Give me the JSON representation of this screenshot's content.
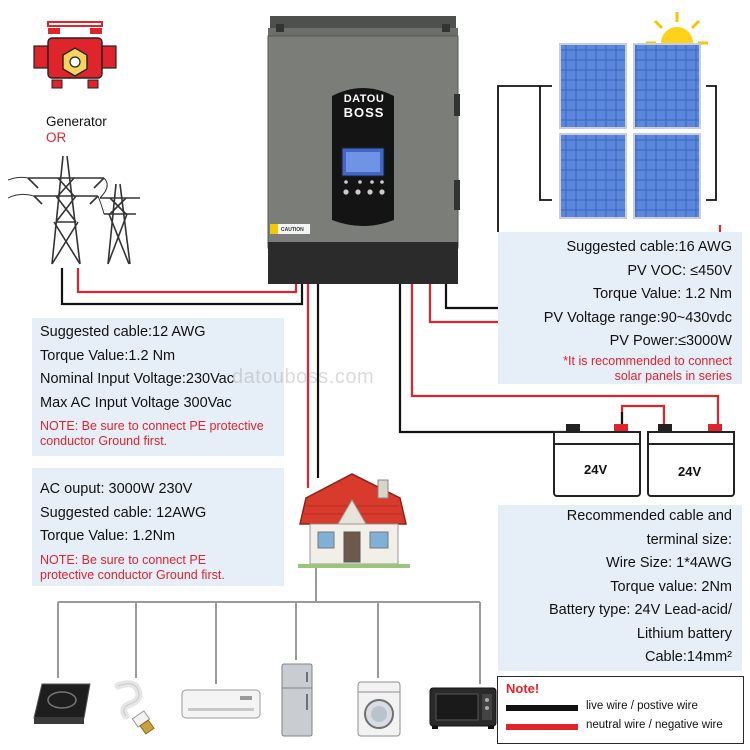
{
  "generator": {
    "label": "Generator",
    "or_label": "OR"
  },
  "inverter": {
    "brand_line1": "DATOU",
    "brand_line2": "BOSS",
    "caution_label": "CAUTION"
  },
  "watermark": "datouboss.com",
  "pv_box": {
    "lines": [
      "Suggested cable:16 AWG",
      "PV VOC: ≤450V",
      "Torque Value: 1.2 Nm",
      "PV Voltage range:90~430vdc",
      "PV Power:≤3000W"
    ],
    "note": "*It is recommended to connect solar panels in series"
  },
  "ac_input_box": {
    "lines": [
      "Suggested cable:12 AWG",
      "Torque Value:1.2 Nm",
      "Nominal Input Voltage:230Vac",
      "Max AC Input Voltage 300Vac"
    ],
    "note": "NOTE: Be sure to connect PE protective conductor Ground first."
  },
  "ac_output_box": {
    "lines": [
      "AC ouput: 3000W 230V",
      "Suggested cable: 12AWG",
      "Torque Value: 1.2Nm"
    ],
    "note": "NOTE: Be sure to connect PE protective conductor Ground first."
  },
  "battery_box": {
    "lines": [
      "Recommended cable and",
      "terminal size:",
      "Wire Size: 1*4AWG",
      "Torque value: 2Nm",
      "Battery type: 24V Lead-acid/",
      "Lithium battery",
      "Cable:14mm²"
    ]
  },
  "batteries": [
    {
      "label": "24V"
    },
    {
      "label": "24V"
    }
  ],
  "legend": {
    "title": "Note!",
    "live": "live wire / postive wire",
    "neutral": "neutral wire / negative wire",
    "colors": {
      "live": "#111111",
      "neutral": "#e0242c"
    }
  },
  "appliances": [
    {
      "icon": "induction-cooker-icon"
    },
    {
      "icon": "light-bulb-icon"
    },
    {
      "icon": "air-conditioner-icon"
    },
    {
      "icon": "refrigerator-icon"
    },
    {
      "icon": "washing-machine-icon"
    },
    {
      "icon": "microwave-oven-icon"
    }
  ]
}
